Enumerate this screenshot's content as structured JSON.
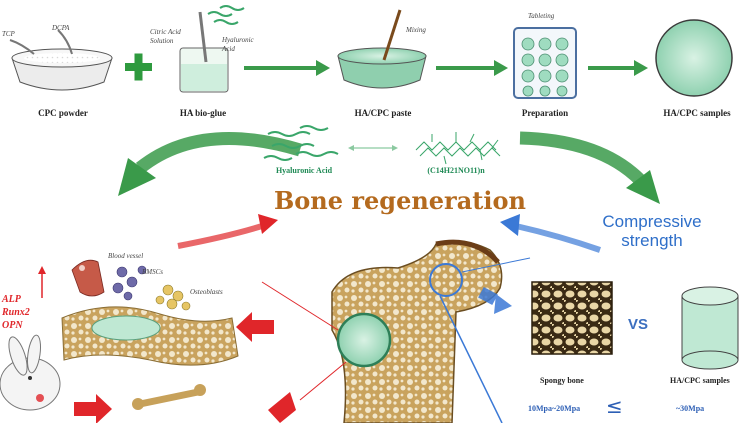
{
  "top_row": {
    "tcp": "TCP",
    "dcpa": "DCPA",
    "citric_acid": "Citric Acid Solution",
    "hyaluronic_acid": "Hyaluronic Acid",
    "mixing": "Mixing",
    "tableting": "Tableting",
    "cpc_powder": "CPC powder",
    "ha_bio_glue": "HA bio-glue",
    "ha_cpc_paste": "HA/CPC paste",
    "preparation": "Preparation",
    "ha_cpc_samples": "HA/CPC samples"
  },
  "middle": {
    "hyaluronic_acid_label": "Hyaluronic Acid",
    "formula": "(C14H21NO11)n",
    "title": "Bone regeneration",
    "compressive_strength": "Compressive strength"
  },
  "bottom_left": {
    "blood_vessel": "Blood vessel",
    "bmscs": "BMSCs",
    "osteoblasts": "Osteoblasts",
    "markers": [
      "ALP",
      "Runx2",
      "OPN"
    ]
  },
  "bottom_right": {
    "vs": "VS",
    "spongy_bone": "Spongy bone",
    "ha_cpc_samples": "HA/CPC samples",
    "spongy_range": "10Mpa~20Mpa",
    "leq": "≤",
    "sample_value": "~30Mpa"
  },
  "colors": {
    "green_arrow": "#3a9a4a",
    "red_arrow": "#e0262a",
    "blue_arrow": "#3b79d6",
    "title": "#b46a1e",
    "paste": "#bfe8d3",
    "bone": "#c7a15a"
  }
}
